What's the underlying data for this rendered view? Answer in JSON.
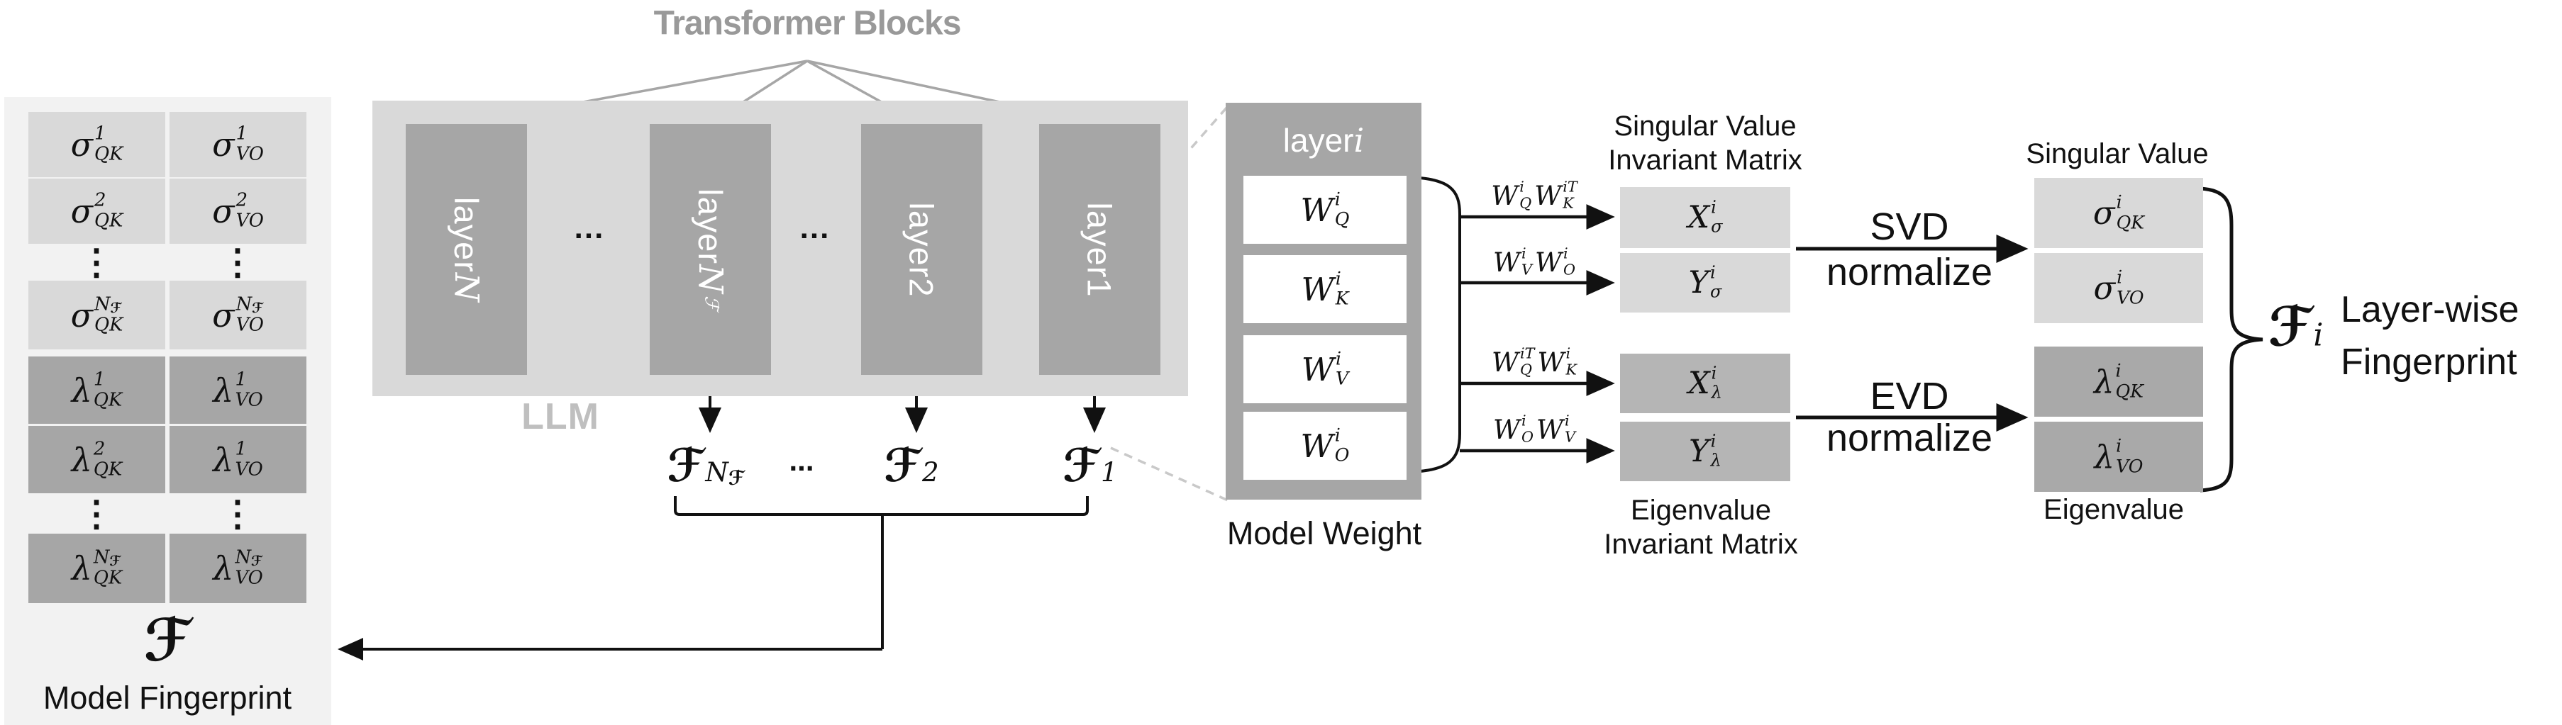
{
  "colors": {
    "panel_bg": "#f2f2f2",
    "light_cell": "#d9d9d9",
    "dark_cell": "#a6a6a6",
    "llm_box": "#d9d9d9",
    "bar": "#a6a6a6",
    "inv_lambda": "#b5b5b5",
    "final_lambda": "#a9a9a9",
    "title_gray": "#999999",
    "llm_gray": "#bfbfbf",
    "dash_gray": "#c9c9c9",
    "fan_gray": "#a6a6a6",
    "ink": "#111111"
  },
  "fingerprint_panel": {
    "rows": [
      {
        "cells": [
          {
            "base": "σ",
            "sup": "1",
            "sub": "QK"
          },
          {
            "base": "σ",
            "sup": "1",
            "sub": "VO"
          }
        ]
      },
      {
        "cells": [
          {
            "base": "σ",
            "sup": "2",
            "sub": "QK"
          },
          {
            "base": "σ",
            "sup": "2",
            "sub": "VO"
          }
        ]
      },
      {
        "dots": "⋮"
      },
      {
        "cells": [
          {
            "base": "σ",
            "sup": "N",
            "supsub": "ℱ",
            "sub": "QK"
          },
          {
            "base": "σ",
            "sup": "N",
            "supsub": "ℱ",
            "sub": "VO"
          }
        ]
      },
      {
        "cells": [
          {
            "base": "λ",
            "sup": "1",
            "sub": "QK"
          },
          {
            "base": "λ",
            "sup": "1",
            "sub": "VO"
          }
        ]
      },
      {
        "cells": [
          {
            "base": "λ",
            "sup": "2",
            "sub": "QK"
          },
          {
            "base": "λ",
            "sup": "1",
            "sub": "VO"
          }
        ]
      },
      {
        "dots": "⋮"
      },
      {
        "cells": [
          {
            "base": "λ",
            "sup": "N",
            "supsub": "ℱ",
            "sub": "QK"
          },
          {
            "base": "λ",
            "sup": "N",
            "supsub": "ℱ",
            "sub": "VO"
          }
        ]
      }
    ],
    "symbol": {
      "base": "ℱ"
    },
    "caption": "Model Fingerprint"
  },
  "llm": {
    "title": "Transformer Blocks",
    "label": "LLM",
    "bars": [
      {
        "text": "layer ",
        "math": {
          "base": "N"
        }
      },
      {
        "text": "layer ",
        "math": {
          "base": "N",
          "sub": "ℱ"
        }
      },
      {
        "text": "layer ",
        "math": {
          "base": "2",
          "plain": true
        }
      },
      {
        "text": "layer ",
        "math": {
          "base": "1",
          "plain": true
        }
      }
    ],
    "ellipsis": "...",
    "f_items": [
      {
        "base": "ℱ",
        "sup": "N",
        "supsub": "ℱ"
      },
      {
        "base": "ℱ",
        "sup": "2"
      },
      {
        "base": "ℱ",
        "sup": "1"
      }
    ],
    "f_ellipsis": "..."
  },
  "layer_detail": {
    "title": {
      "text": "layer ",
      "math": {
        "base": "i"
      }
    },
    "weights": [
      {
        "base": "W",
        "sup": "i",
        "sub": "Q"
      },
      {
        "base": "W",
        "sup": "i",
        "sub": "K"
      },
      {
        "base": "W",
        "sup": "i",
        "sub": "V"
      },
      {
        "base": "W",
        "sup": "i",
        "sub": "O"
      }
    ],
    "caption": "Model Weight",
    "products": [
      [
        {
          "base": "W",
          "sup": "i",
          "sub": "Q"
        },
        {
          "base": "W",
          "sup": "iT",
          "sub": "K"
        }
      ],
      [
        {
          "base": "W",
          "sup": "i",
          "sub": "V"
        },
        {
          "base": "W",
          "sup": "i",
          "sub": "O"
        }
      ],
      [
        {
          "base": "W",
          "sup": "iT",
          "sub": "Q"
        },
        {
          "base": "W",
          "sup": "i",
          "sub": "K"
        }
      ],
      [
        {
          "base": "W",
          "sup": "i",
          "sub": "O"
        },
        {
          "base": "W",
          "sup": "i",
          "sub": "V"
        }
      ]
    ]
  },
  "invariant": {
    "sigma_header": [
      "Singular Value",
      "Invariant Matrix"
    ],
    "sigma_cells": [
      {
        "base": "X",
        "sup": "i",
        "sub": "σ"
      },
      {
        "base": "Y",
        "sup": "i",
        "sub": "σ"
      }
    ],
    "lambda_cells": [
      {
        "base": "X",
        "sup": "i",
        "sub": "λ"
      },
      {
        "base": "Y",
        "sup": "i",
        "sub": "λ"
      }
    ],
    "lambda_footer": [
      "Eigenvalue",
      "Invariant Matrix"
    ]
  },
  "ops": {
    "svd": [
      "SVD",
      "normalize"
    ],
    "evd": [
      "EVD",
      "normalize"
    ]
  },
  "final": {
    "sigma_header": "Singular Value",
    "sigma_cells": [
      {
        "base": "σ",
        "sup": "i",
        "sub": "QK"
      },
      {
        "base": "σ",
        "sup": "i",
        "sub": "VO"
      }
    ],
    "lambda_cells": [
      {
        "base": "λ",
        "sup": "i",
        "sub": "QK"
      },
      {
        "base": "λ",
        "sup": "i",
        "sub": "VO"
      }
    ],
    "lambda_footer": "Eigenvalue",
    "fi": {
      "base": "ℱ",
      "sup": "i"
    },
    "caption": [
      "Layer-wise",
      "Fingerprint"
    ]
  }
}
